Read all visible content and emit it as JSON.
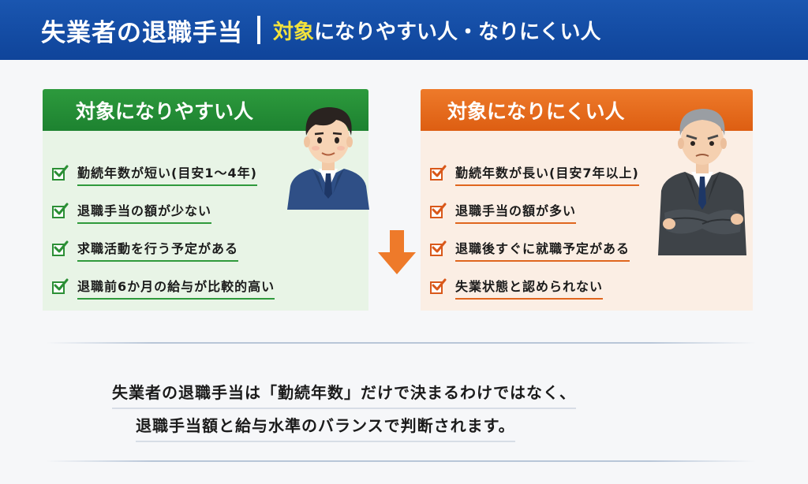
{
  "header": {
    "title": "失業者の退職手当",
    "subtitle_highlight": "対象",
    "subtitle_rest": "になりやすい人・なりにくい人"
  },
  "left_panel": {
    "title": "対象になりやすい人",
    "items": [
      "勤続年数が短い(目安1〜4年)",
      "退職手当の額が少ない",
      "求職活動を行う予定がある",
      "退職前6か月の給与が比較的高い"
    ]
  },
  "right_panel": {
    "title": "対象になりにくい人",
    "items": [
      "勤続年数が長い(目安7年以上)",
      "退職手当の額が多い",
      "退職後すぐに就職予定がある",
      "失業状態と認められない"
    ]
  },
  "summary": {
    "line1": "失業者の退職手当は「勤続年数」だけで決まるわけではなく、",
    "line2": "退職手当額と給与水準のバランスで判断されます。"
  },
  "colors": {
    "header_bg": "#1a56b0",
    "highlight": "#f2e23c",
    "green": "#2d9a3d",
    "orange": "#ee7a2a"
  },
  "icons": {
    "check": "checkmark-icon",
    "arrow": "arrow-down-icon",
    "young_man": "young-businessman-illustration",
    "senior_man": "senior-businessman-illustration"
  }
}
